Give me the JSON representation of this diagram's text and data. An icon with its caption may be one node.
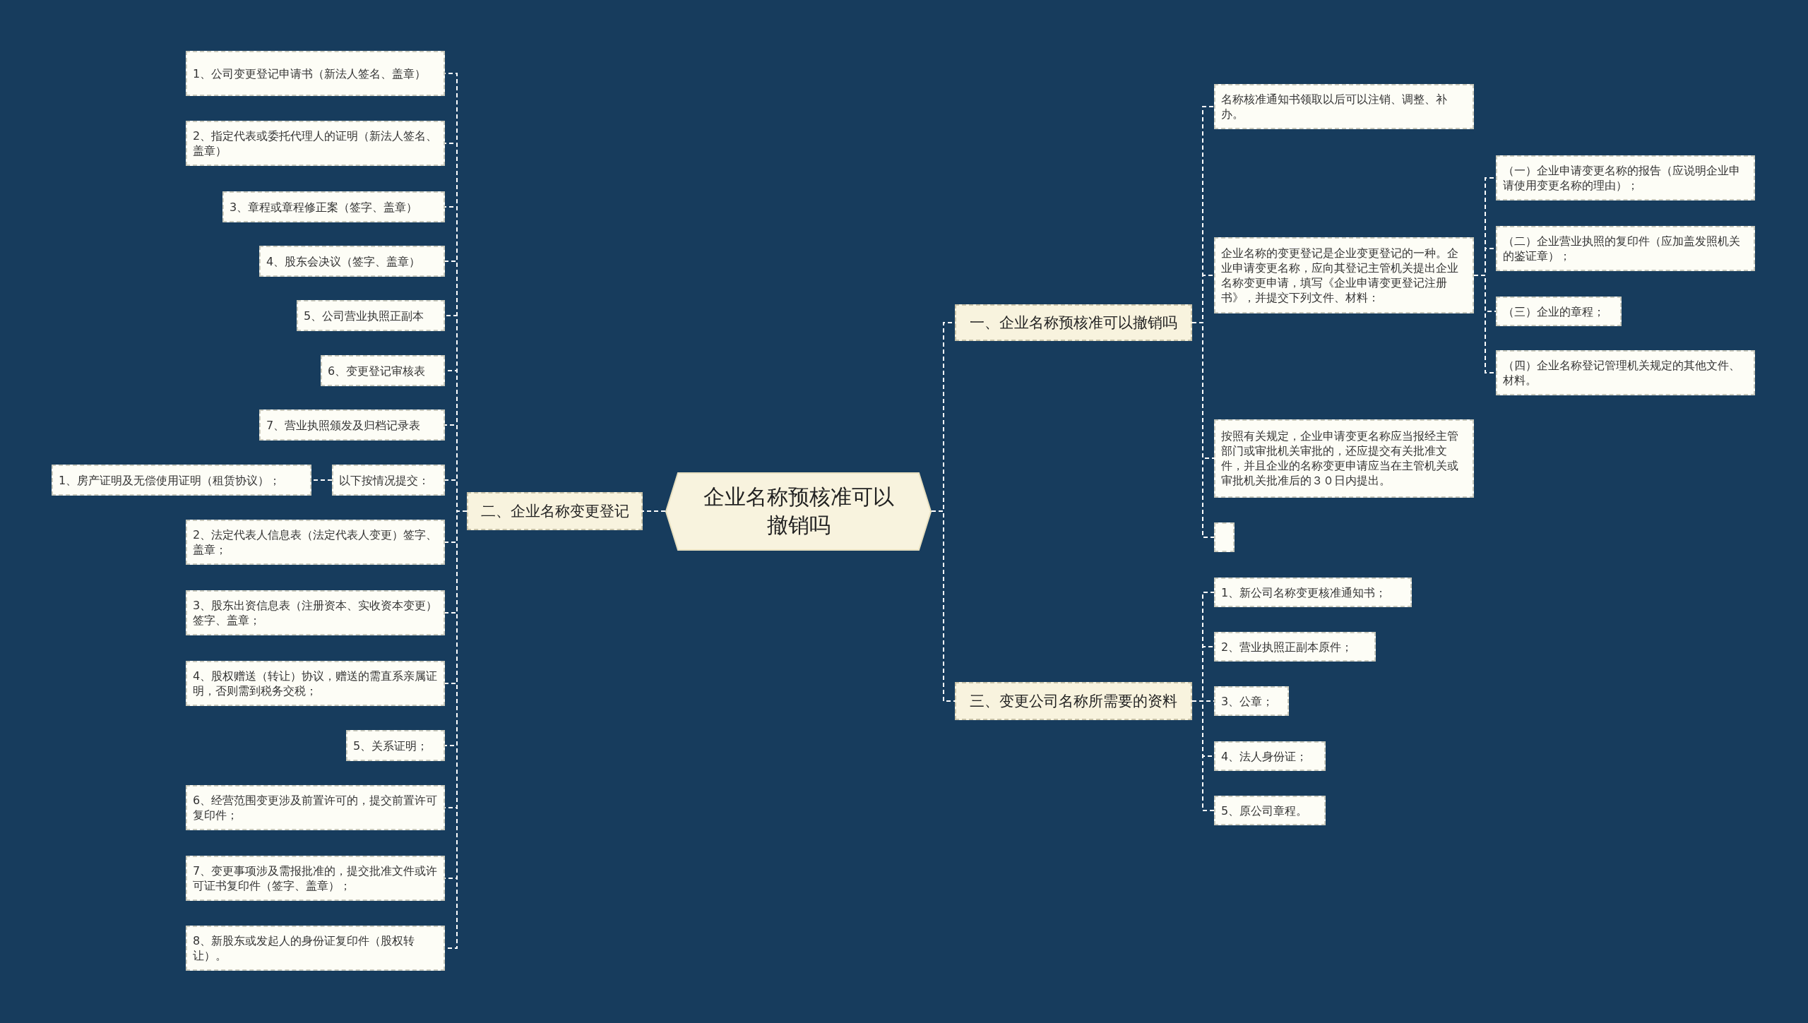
{
  "diagram": {
    "nodes": [
      {
        "text": [
          "企业名称预核准可以撤销吗"
        ]
      },
      {
        "text": [
          "一、企业名称预核准可以撤销吗"
        ]
      },
      {
        "text": [
          "名称核准通知书领取以后可以注销、调整、补办。"
        ]
      },
      {
        "text": [
          "企业名称的变更登记是企业变更登记的一种。企业申请变更名称，应向其登记主管机关提出企业名称变更申请，填写《企业申请变更登记注册书》，并提交下列文件、材料："
        ]
      },
      {
        "text": [
          "（一）企业申请变更名称的报告（应说明企业申请使用变更名称的理由）；"
        ]
      },
      {
        "text": [
          "（二）企业营业执照的复印件（应加盖发照机关的鉴证章）；"
        ]
      },
      {
        "text": [
          "（三）企业的章程；"
        ]
      },
      {
        "text": [
          "（四）企业名称登记管理机关规定的其他文件、材料。"
        ]
      },
      {
        "text": [
          "按照有关规定，企业申请变更名称应当报经主管部门或审批机关审批的，还应提交有关批准文件，并且企业的名称变更申请应当在主管机关或审批机关批准后的３０日内提出。"
        ]
      },
      {
        "text": [],
        "shape": "box"
      },
      {
        "text": [
          "三、变更公司名称所需要的资料"
        ]
      },
      {
        "text": [
          "1、新公司名称变更核准通知书；"
        ]
      },
      {
        "text": [
          "2、营业执照正副本原件；"
        ]
      },
      {
        "text": [
          "3、公章；"
        ]
      },
      {
        "text": [
          "4、法人身份证；"
        ]
      },
      {
        "text": [
          "5、原公司章程。"
        ]
      },
      {
        "text": [
          "二、企业名称变更登记"
        ]
      },
      {
        "text": [
          "1、公司变更登记申请书（新法人签名、盖章）"
        ]
      },
      {
        "text": [
          "2、指定代表或委托代理人的证明（新法人签名、盖章）"
        ]
      },
      {
        "text": [
          "3、章程或章程修正案（签字、盖章）"
        ]
      },
      {
        "text": [
          "4、股东会决议（签字、盖章）"
        ]
      },
      {
        "text": [
          "5、公司营业执照正副本"
        ]
      },
      {
        "text": [
          "6、变更登记审核表"
        ]
      },
      {
        "text": [
          "7、营业执照颁发及归档记录表"
        ]
      },
      {
        "text": [
          "以下按情况提交："
        ]
      },
      {
        "text": [
          "1、房产证明及无偿使用证明（租赁协议）；"
        ]
      },
      {
        "text": [
          "2、法定代表人信息表（法定代表人变更）签字、盖章；"
        ]
      },
      {
        "text": [
          "3、股东出资信息表（注册资本、实收资本变更）签字、盖章；"
        ]
      },
      {
        "text": [
          "4、股权赠送（转让）协议，赠送的需直系亲属证明，否则需到税务交税；"
        ]
      },
      {
        "text": [
          "5、关系证明；"
        ]
      },
      {
        "text": [
          "6、经营范围变更涉及前置许可的，提交前置许可复印件；"
        ]
      },
      {
        "text": [
          "7、变更事项涉及需报批准的，提交批准文件或许可证书复印件（签字、盖章）；"
        ]
      },
      {
        "text": [
          "8、新股东或发起人的身份证复印件（股权转让）。"
        ]
      }
    ],
    "edges": [
      {
        "from": 0,
        "to": 1,
        "arrow": "none"
      },
      {
        "from": 0,
        "to": 10,
        "arrow": "none"
      },
      {
        "from": 0,
        "to": 16,
        "arrow": "none"
      },
      {
        "from": 1,
        "to": 2,
        "arrow": "none"
      },
      {
        "from": 1,
        "to": 3,
        "arrow": "none"
      },
      {
        "from": 1,
        "to": 8,
        "arrow": "none"
      },
      {
        "from": 1,
        "to": 9,
        "arrow": "none"
      },
      {
        "from": 3,
        "to": 4,
        "arrow": "none"
      },
      {
        "from": 3,
        "to": 5,
        "arrow": "none"
      },
      {
        "from": 3,
        "to": 6,
        "arrow": "none"
      },
      {
        "from": 3,
        "to": 7,
        "arrow": "none"
      },
      {
        "from": 10,
        "to": 11,
        "arrow": "none"
      },
      {
        "from": 10,
        "to": 12,
        "arrow": "none"
      },
      {
        "from": 10,
        "to": 13,
        "arrow": "none"
      },
      {
        "from": 10,
        "to": 14,
        "arrow": "none"
      },
      {
        "from": 10,
        "to": 15,
        "arrow": "none"
      },
      {
        "from": 16,
        "to": 17,
        "arrow": "none"
      },
      {
        "from": 16,
        "to": 18,
        "arrow": "none"
      },
      {
        "from": 16,
        "to": 19,
        "arrow": "none"
      },
      {
        "from": 16,
        "to": 20,
        "arrow": "none"
      },
      {
        "from": 16,
        "to": 21,
        "arrow": "none"
      },
      {
        "from": 16,
        "to": 22,
        "arrow": "none"
      },
      {
        "from": 16,
        "to": 23,
        "arrow": "none"
      },
      {
        "from": 16,
        "to": 24,
        "arrow": "none"
      },
      {
        "from": 24,
        "to": 25,
        "arrow": "none"
      },
      {
        "from": 16,
        "to": 26,
        "arrow": "none"
      },
      {
        "from": 16,
        "to": 27,
        "arrow": "none"
      },
      {
        "from": 16,
        "to": 28,
        "arrow": "none"
      },
      {
        "from": 16,
        "to": 29,
        "arrow": "none"
      },
      {
        "from": 16,
        "to": 30,
        "arrow": "none"
      },
      {
        "from": 16,
        "to": 31,
        "arrow": "none"
      },
      {
        "from": 16,
        "to": 32,
        "arrow": "none"
      }
    ]
  }
}
